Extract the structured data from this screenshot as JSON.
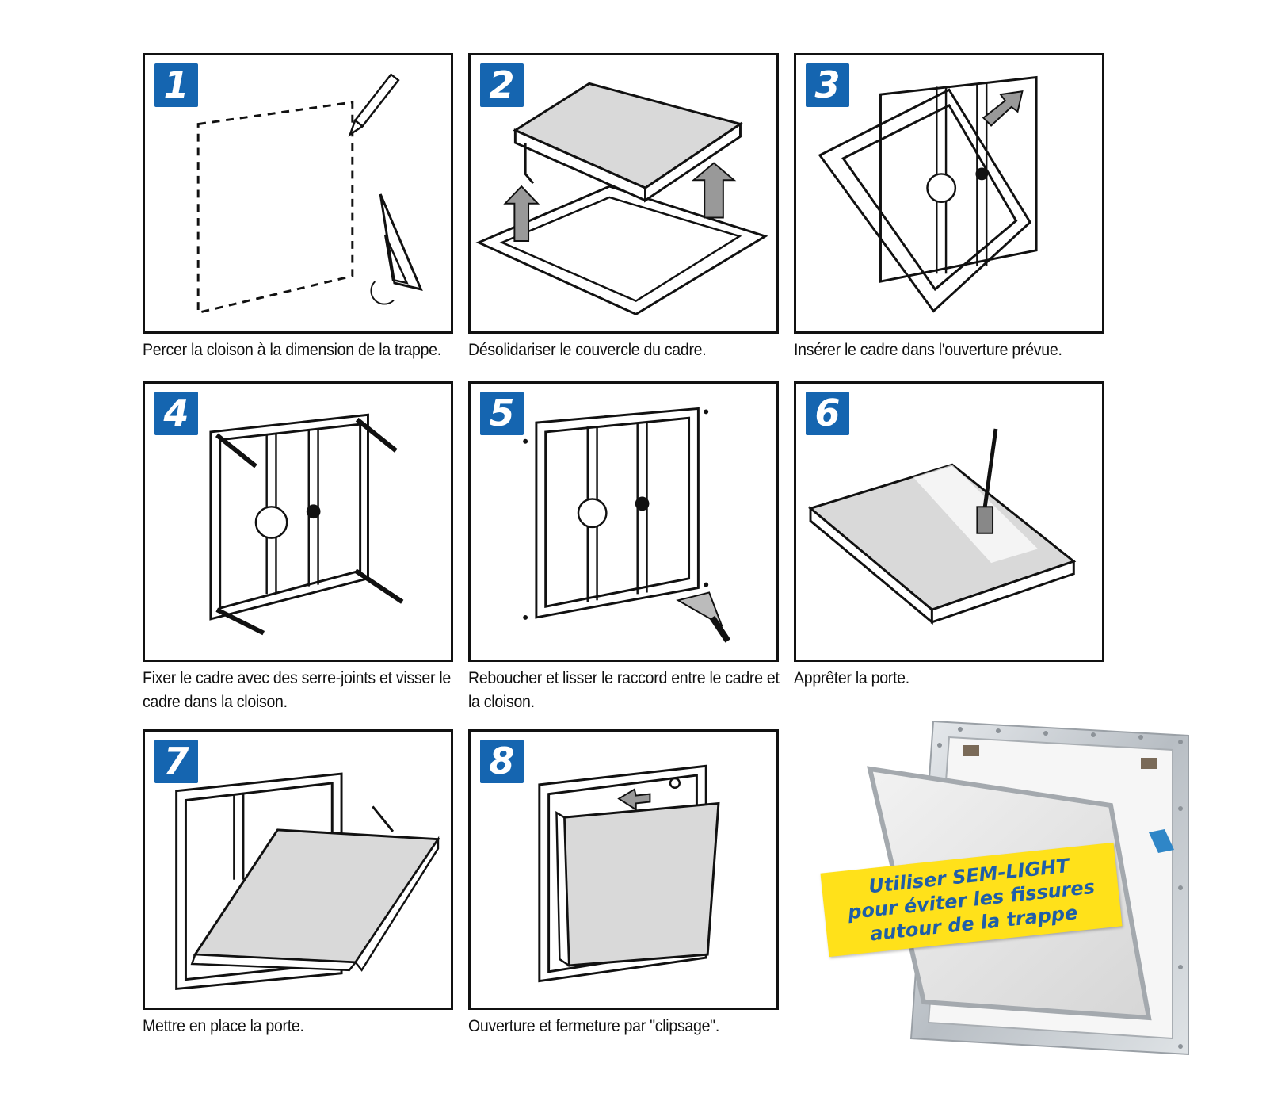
{
  "steps": [
    {
      "number": "1",
      "caption": "Percer la cloison à la dimension de la trappe."
    },
    {
      "number": "2",
      "caption": "Désolidariser le couvercle du cadre."
    },
    {
      "number": "3",
      "caption": "Insérer le cadre dans l'ouverture prévue."
    },
    {
      "number": "4",
      "caption": "Fixer le cadre avec des serre-joints et visser le cadre dans la cloison."
    },
    {
      "number": "5",
      "caption": "Reboucher et lisser le raccord entre le cadre et la cloison."
    },
    {
      "number": "6",
      "caption": "Apprêter la porte."
    },
    {
      "number": "7",
      "caption": "Mettre en place la porte."
    },
    {
      "number": "8",
      "caption": "Ouverture et fermeture par \"clipsage\"."
    }
  ],
  "banner": {
    "line1": "Utiliser SEM-LIGHT",
    "line2": "pour éviter les fissures",
    "line3": "autour de la trappe"
  },
  "colors": {
    "badge": "#1565b0",
    "banner_bg": "#ffe11a",
    "banner_text": "#1f5ea8"
  }
}
